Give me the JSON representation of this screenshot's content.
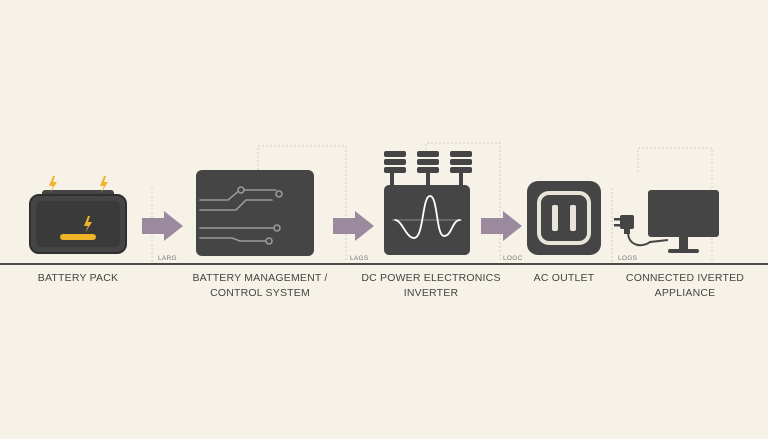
{
  "stages": [
    {
      "name": "battery-pack",
      "lines": [
        "BATTERY PACK"
      ]
    },
    {
      "name": "battery-management",
      "lines": [
        "BATTERY MANAGEMENT /",
        "CONTROL SYSTEM"
      ]
    },
    {
      "name": "power-electronics",
      "lines": [
        "DC POWER ELECTRONICS",
        "INVERTER"
      ]
    },
    {
      "name": "ac-outlet",
      "lines": [
        "AC OUTLET"
      ]
    },
    {
      "name": "connected-appliance",
      "lines": [
        "CONNECTED IVERTED",
        "APPLIANCE"
      ]
    }
  ],
  "connector_tags": [
    "LARG",
    "LAGS",
    "LOGC",
    "LOGS"
  ],
  "icons": {
    "battery": "battery-icon",
    "circuit": "circuit-board-icon",
    "inverter": "inverter-sine-wave-icon",
    "outlet": "ac-outlet-icon",
    "monitor": "monitor-with-plug-icon"
  },
  "colors": {
    "background": "#f6f2e8",
    "device": "#454545",
    "arrow": "#9b8a9e",
    "accent": "#f0b429",
    "baseline": "#4a4a4a"
  }
}
